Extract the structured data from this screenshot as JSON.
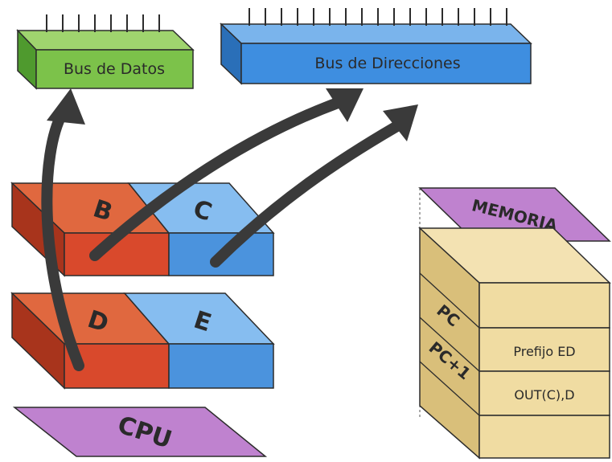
{
  "buses": {
    "data_bus": "Bus de Datos",
    "address_bus": "Bus de Direcciones"
  },
  "registers": {
    "b": "B",
    "c": "C",
    "d": "D",
    "e": "E"
  },
  "cpu_label": "CPU",
  "memory": {
    "title": "MEMORIA",
    "pc_label": "PC",
    "pc_plus_one_label": "PC+1",
    "cells": [
      "Prefijo ED",
      "OUT(C),D"
    ]
  },
  "colors": {
    "data_bus_green": "#7cc24a",
    "address_bus_blue": "#3e8ee0",
    "register_red": "#d9492c",
    "register_blue": "#4b93dd",
    "cpu_purple": "#bf82cf",
    "memory_tan": "#eed9a0",
    "arrow_dark": "#3a3a3a"
  }
}
